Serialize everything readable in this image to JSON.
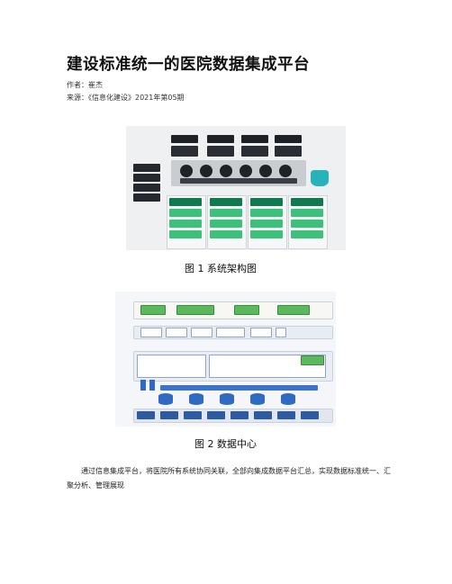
{
  "article": {
    "title": "建设标准统一的医院数据集成平台",
    "author": "作者：崔杰",
    "source": "来源：《信息化建设》2021年第05期",
    "paragraph": "通过信息集成平台，将医院所有系统协同关联，全部向集成数据平台汇总，实现数据标准统一、汇聚分析、管理展现"
  },
  "figure1": {
    "caption": "图 1 系统架构图",
    "colors": {
      "dark": "#1e2126",
      "green": "#3cc07a",
      "teal": "#27b3ba"
    }
  },
  "figure2": {
    "caption": "图 2 数据中心",
    "colors": {
      "green": "#5cb85c",
      "blue": "#2f6bc2"
    }
  }
}
